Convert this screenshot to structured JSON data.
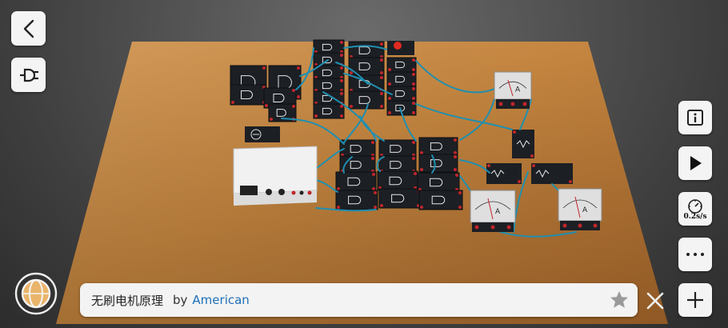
{
  "circuit": {
    "title": "无刷电机原理",
    "by_label": "by",
    "author": "American"
  },
  "controls": {
    "speed_label": "0.2s/s"
  },
  "meters": {
    "unit": "A"
  },
  "icons": {
    "back": "chevron-left-icon",
    "plug": "plug-icon",
    "info": "info-icon",
    "play": "play-icon",
    "speed": "gauge-icon",
    "more": "more-dots-icon",
    "add": "plus-icon",
    "star": "star-icon",
    "close": "close-icon",
    "coin": "coin-icon"
  },
  "colors": {
    "wire": "#1f8fb0",
    "table": "#c98a48",
    "module": "#1c1f24",
    "terminal_red": "#c0262b",
    "button_bg": "#f4f4f4",
    "link": "#1e6fb8",
    "led_red": "#e02a20"
  }
}
